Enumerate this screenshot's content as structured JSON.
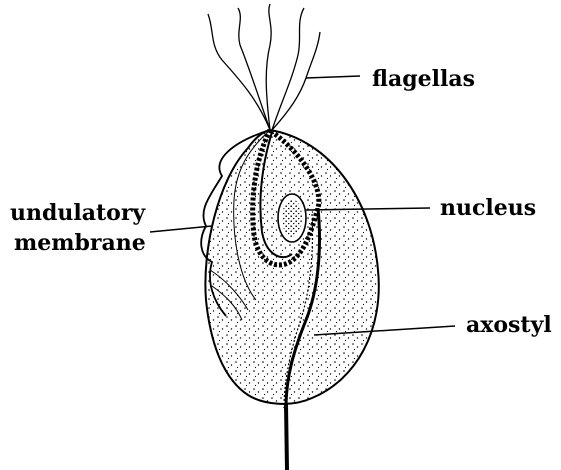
{
  "diagram": {
    "labels": {
      "flagellas": "flagellas",
      "undulatory_line1": "undulatory",
      "undulatory_line2": "membrane",
      "nucleus": "nucleus",
      "axostyl": "axostyl"
    },
    "ink_color": "#000000",
    "background_color": "#ffffff"
  }
}
